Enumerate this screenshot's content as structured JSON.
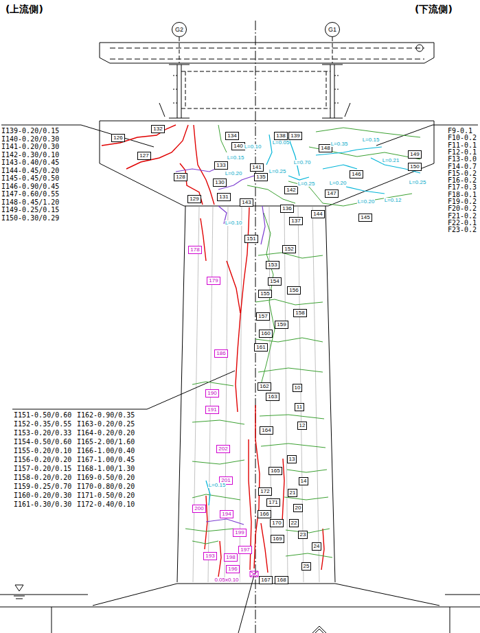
{
  "diagram": {
    "nodes": [
      {
        "text": [
          "G2"
        ]
      },
      {
        "text": [
          "G1"
        ]
      }
    ],
    "labels": [
      "(上流側)",
      "(下流側)",
      "I139-0.20/0.15",
      "I140-0.20/0.30",
      "I141-0.20/0.30",
      "I142-0.30/0.10",
      "I143-0.40/0.45",
      "I144-0.45/0.20",
      "I145-0.45/0.50",
      "I146-0.90/0.45",
      "I147-0.60/0.55",
      "I148-0.45/1.20",
      "I149-0.25/0.15",
      "I150-0.30/0.29",
      "F9-0.1",
      "F10-0.2",
      "F11-0.1",
      "F12-0.1",
      "F13-0.0",
      "F14-0.7",
      "F15-0.2",
      "F16-0.2",
      "F17-0.3",
      "F18-0.1",
      "F19-0.2",
      "F20-0.2",
      "F21-0.2",
      "F22-0.1",
      "F23-0.2",
      "I151-0.50/0.60",
      "I162-0.90/0.35",
      "I152-0.35/0.55",
      "I163-0.20/0.25",
      "I153-0.20/0.33",
      "I164-0.20/0.20",
      "I154-0.50/0.60",
      "I165-2.00/1.60",
      "I155-0.20/0.10",
      "I166-1.00/0.40",
      "I156-0.20/0.20",
      "I167-1.00/0.45",
      "I157-0.20/0.15",
      "I168-1.00/1.30",
      "I158-0.20/0.20",
      "I169-0.50/0.20",
      "I159-0.25/0.70",
      "I170-0.80/0.20",
      "I160-0.20/0.30",
      "I171-0.50/0.20",
      "I161-0.30/0.30",
      "I172-0.40/0.10",
      "126",
      "132",
      "127",
      "134",
      "140",
      "138",
      "139",
      "148",
      "149",
      "150",
      "133",
      "141",
      "135",
      "146",
      "130",
      "128",
      "142",
      "147",
      "131",
      "129",
      "143",
      "136",
      "144",
      "145",
      "137",
      "L=0.10",
      "L=0.05",
      "L=0.70",
      "L=0.35",
      "L=0.15",
      "L=0.15",
      "L=0.25",
      "L=0.21",
      "L=0.20",
      "L=0.25",
      "L=0.20",
      "L=0.25",
      "L=0.20",
      "L=0.12",
      "L=0.10",
      "151",
      "152",
      "153",
      "154",
      "156",
      "155",
      "158",
      "157",
      "159",
      "160",
      "161",
      "162",
      "10",
      "163",
      "11",
      "12",
      "164",
      "13",
      "165",
      "14",
      "172",
      "21",
      "171",
      "20",
      "166",
      "170",
      "22",
      "23",
      "169",
      "24",
      "25",
      "167",
      "168",
      "178",
      "179",
      "186",
      "190",
      "191",
      "202",
      "201",
      "200",
      "194",
      "199",
      "197",
      "193",
      "198",
      "196",
      "L=0.15",
      "0.05x0.10"
    ]
  }
}
